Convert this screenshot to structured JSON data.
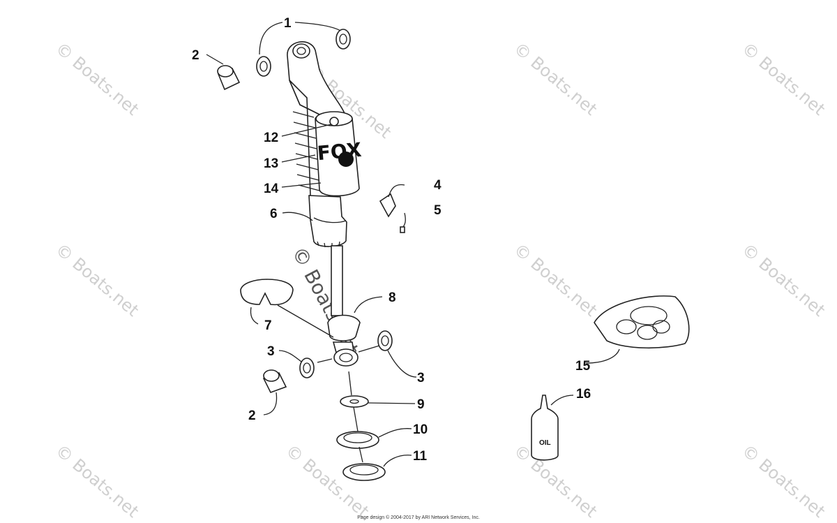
{
  "diagram": {
    "callouts": [
      {
        "id": "c1",
        "label": "1"
      },
      {
        "id": "c2a",
        "label": "2"
      },
      {
        "id": "c12",
        "label": "12"
      },
      {
        "id": "c13",
        "label": "13"
      },
      {
        "id": "c14",
        "label": "14"
      },
      {
        "id": "c4",
        "label": "4"
      },
      {
        "id": "c5",
        "label": "5"
      },
      {
        "id": "c6",
        "label": "6"
      },
      {
        "id": "c8",
        "label": "8"
      },
      {
        "id": "c7",
        "label": "7"
      },
      {
        "id": "c3a",
        "label": "3"
      },
      {
        "id": "c3b",
        "label": "3"
      },
      {
        "id": "c9",
        "label": "9"
      },
      {
        "id": "c2b",
        "label": "2"
      },
      {
        "id": "c10",
        "label": "10"
      },
      {
        "id": "c11",
        "label": "11"
      },
      {
        "id": "c15",
        "label": "15"
      },
      {
        "id": "c16",
        "label": "16"
      }
    ],
    "brand_mark": "FOX",
    "bottle_label": "OIL"
  },
  "watermark": {
    "text": "© Boats.net"
  },
  "footer": {
    "text": "Page design © 2004-2017 by ARI Network Services, Inc."
  }
}
